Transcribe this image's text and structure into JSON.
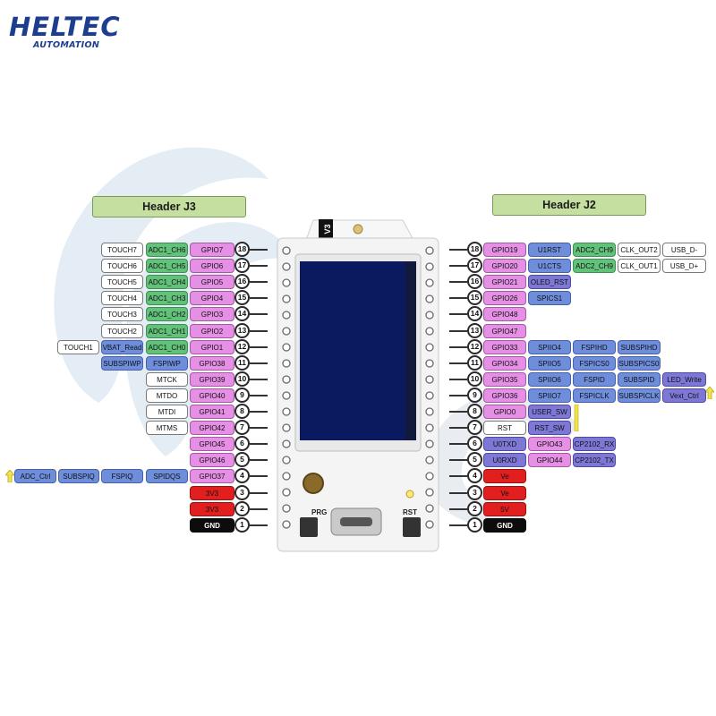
{
  "logo": {
    "brand": "HELTEC",
    "sub": "AUTOMATION"
  },
  "headers": {
    "left": "Header J3",
    "right": "Header J2"
  },
  "colors": {
    "header_bg": "#c5dfa0",
    "white": "#ffffff",
    "green": "#63c27a",
    "pink": "#e58fe5",
    "blue": "#6e8ddb",
    "purple": "#7d78d6",
    "red": "#e11f1f",
    "black": "#0c0c0c",
    "board": "#f4f4f4",
    "oled": "#0b1a5e"
  },
  "board": {
    "version": "V3",
    "prg_label": "PRG",
    "rst_label": "RST"
  },
  "left_pins": [
    {
      "num": "18",
      "gpio": "GPIO7",
      "gpio_color": "pink",
      "funcs": [
        {
          "text": "ADC1_CH6",
          "color": "green"
        },
        {
          "text": "TOUCH7",
          "color": "white"
        }
      ]
    },
    {
      "num": "17",
      "gpio": "GPIO6",
      "gpio_color": "pink",
      "funcs": [
        {
          "text": "ADC1_CH5",
          "color": "green"
        },
        {
          "text": "TOUCH6",
          "color": "white"
        }
      ]
    },
    {
      "num": "16",
      "gpio": "GPIO5",
      "gpio_color": "pink",
      "funcs": [
        {
          "text": "ADC1_CH4",
          "color": "green"
        },
        {
          "text": "TOUCH5",
          "color": "white"
        }
      ]
    },
    {
      "num": "15",
      "gpio": "GPIO4",
      "gpio_color": "pink",
      "funcs": [
        {
          "text": "ADC1_CH3",
          "color": "green"
        },
        {
          "text": "TOUCH4",
          "color": "white"
        }
      ]
    },
    {
      "num": "14",
      "gpio": "GPIO3",
      "gpio_color": "pink",
      "funcs": [
        {
          "text": "ADC1_CH2",
          "color": "green"
        },
        {
          "text": "TOUCH3",
          "color": "white"
        }
      ]
    },
    {
      "num": "13",
      "gpio": "GPIO2",
      "gpio_color": "pink",
      "funcs": [
        {
          "text": "ADC1_CH1",
          "color": "green"
        },
        {
          "text": "TOUCH2",
          "color": "white"
        }
      ]
    },
    {
      "num": "12",
      "gpio": "GPIO1",
      "gpio_color": "pink",
      "funcs": [
        {
          "text": "ADC1_CH0",
          "color": "green"
        },
        {
          "text": "VBAT_Read",
          "color": "blue"
        },
        {
          "text": "TOUCH1",
          "color": "white"
        }
      ]
    },
    {
      "num": "11",
      "gpio": "GPIO38",
      "gpio_color": "pink",
      "funcs": [
        {
          "text": "FSPIWP",
          "color": "blue"
        },
        {
          "text": "SUBSPIWP",
          "color": "blue"
        }
      ]
    },
    {
      "num": "10",
      "gpio": "GPIO39",
      "gpio_color": "pink",
      "funcs": [
        {
          "text": "MTCK",
          "color": "white"
        }
      ]
    },
    {
      "num": "9",
      "gpio": "GPIO40",
      "gpio_color": "pink",
      "funcs": [
        {
          "text": "MTDO",
          "color": "white"
        }
      ]
    },
    {
      "num": "8",
      "gpio": "GPIO41",
      "gpio_color": "pink",
      "funcs": [
        {
          "text": "MTDI",
          "color": "white"
        }
      ]
    },
    {
      "num": "7",
      "gpio": "GPIO42",
      "gpio_color": "pink",
      "funcs": [
        {
          "text": "MTMS",
          "color": "white"
        }
      ]
    },
    {
      "num": "6",
      "gpio": "GPIO45",
      "gpio_color": "pink",
      "funcs": []
    },
    {
      "num": "5",
      "gpio": "GPIO46",
      "gpio_color": "pink",
      "funcs": []
    },
    {
      "num": "4",
      "gpio": "GPIO37",
      "gpio_color": "pink",
      "funcs": [
        {
          "text": "SPIDQS",
          "color": "blue"
        },
        {
          "text": "FSPIQ",
          "color": "blue"
        },
        {
          "text": "SUBSPIQ",
          "color": "blue"
        },
        {
          "text": "ADC_Ctrl",
          "color": "blue"
        }
      ]
    },
    {
      "num": "3",
      "gpio": "3V3",
      "gpio_color": "red",
      "funcs": []
    },
    {
      "num": "2",
      "gpio": "3V3",
      "gpio_color": "red",
      "funcs": []
    },
    {
      "num": "1",
      "gpio": "GND",
      "gpio_color": "black",
      "funcs": []
    }
  ],
  "right_pins": [
    {
      "num": "18",
      "gpio": "GPIO19",
      "gpio_color": "pink",
      "funcs": [
        {
          "text": "U1RST",
          "color": "blue"
        },
        {
          "text": "ADC2_CH9",
          "color": "green"
        },
        {
          "text": "CLK_OUT2",
          "color": "white"
        },
        {
          "text": "USB_D-",
          "color": "white"
        }
      ]
    },
    {
      "num": "17",
      "gpio": "GPIO20",
      "gpio_color": "pink",
      "funcs": [
        {
          "text": "U1CTS",
          "color": "blue"
        },
        {
          "text": "ADC2_CH9",
          "color": "green"
        },
        {
          "text": "CLK_OUT1",
          "color": "white"
        },
        {
          "text": "USB_D+",
          "color": "white"
        }
      ]
    },
    {
      "num": "16",
      "gpio": "GPIO21",
      "gpio_color": "pink",
      "funcs": [
        {
          "text": "OLED_RST",
          "color": "purple"
        }
      ]
    },
    {
      "num": "15",
      "gpio": "GPIO26",
      "gpio_color": "pink",
      "funcs": [
        {
          "text": "SPICS1",
          "color": "blue"
        }
      ]
    },
    {
      "num": "14",
      "gpio": "GPIO48",
      "gpio_color": "pink",
      "funcs": []
    },
    {
      "num": "13",
      "gpio": "GPIO47",
      "gpio_color": "pink",
      "funcs": []
    },
    {
      "num": "12",
      "gpio": "GPIO33",
      "gpio_color": "pink",
      "funcs": [
        {
          "text": "SPIIO4",
          "color": "blue"
        },
        {
          "text": "FSPIHD",
          "color": "blue"
        },
        {
          "text": "SUBSPIHD",
          "color": "blue"
        }
      ]
    },
    {
      "num": "11",
      "gpio": "GPIO34",
      "gpio_color": "pink",
      "funcs": [
        {
          "text": "SPIIO5",
          "color": "blue"
        },
        {
          "text": "FSPICS0",
          "color": "blue"
        },
        {
          "text": "SUBSPICS0",
          "color": "blue"
        }
      ]
    },
    {
      "num": "10",
      "gpio": "GPIO35",
      "gpio_color": "pink",
      "funcs": [
        {
          "text": "SPIIO6",
          "color": "blue"
        },
        {
          "text": "FSPID",
          "color": "blue"
        },
        {
          "text": "SUBSPID",
          "color": "blue"
        },
        {
          "text": "LED_Write",
          "color": "purple"
        }
      ]
    },
    {
      "num": "9",
      "gpio": "GPIO36",
      "gpio_color": "pink",
      "funcs": [
        {
          "text": "SPIIO7",
          "color": "blue"
        },
        {
          "text": "FSPICLK",
          "color": "blue"
        },
        {
          "text": "SUBSPICLK",
          "color": "blue"
        },
        {
          "text": "Vext_Ctrl",
          "color": "purple"
        }
      ]
    },
    {
      "num": "8",
      "gpio": "GPIO0",
      "gpio_color": "pink",
      "funcs": [
        {
          "text": "USER_SW",
          "color": "purple"
        }
      ]
    },
    {
      "num": "7",
      "gpio": "RST",
      "gpio_color": "white",
      "funcs": [
        {
          "text": "RST_SW",
          "color": "purple"
        }
      ]
    },
    {
      "num": "6",
      "gpio": "U0TXD",
      "gpio_color": "purple",
      "funcs": [
        {
          "text": "GPIO43",
          "color": "pink"
        },
        {
          "text": "CP2102_RX",
          "color": "purple"
        }
      ]
    },
    {
      "num": "5",
      "gpio": "U0RXD",
      "gpio_color": "purple",
      "funcs": [
        {
          "text": "GPIO44",
          "color": "pink"
        },
        {
          "text": "CP2102_TX",
          "color": "purple"
        }
      ]
    },
    {
      "num": "4",
      "gpio": "Ve",
      "gpio_color": "red",
      "funcs": []
    },
    {
      "num": "3",
      "gpio": "Ve",
      "gpio_color": "red",
      "funcs": []
    },
    {
      "num": "2",
      "gpio": "5V",
      "gpio_color": "red",
      "funcs": []
    },
    {
      "num": "1",
      "gpio": "GND",
      "gpio_color": "black",
      "funcs": []
    }
  ]
}
